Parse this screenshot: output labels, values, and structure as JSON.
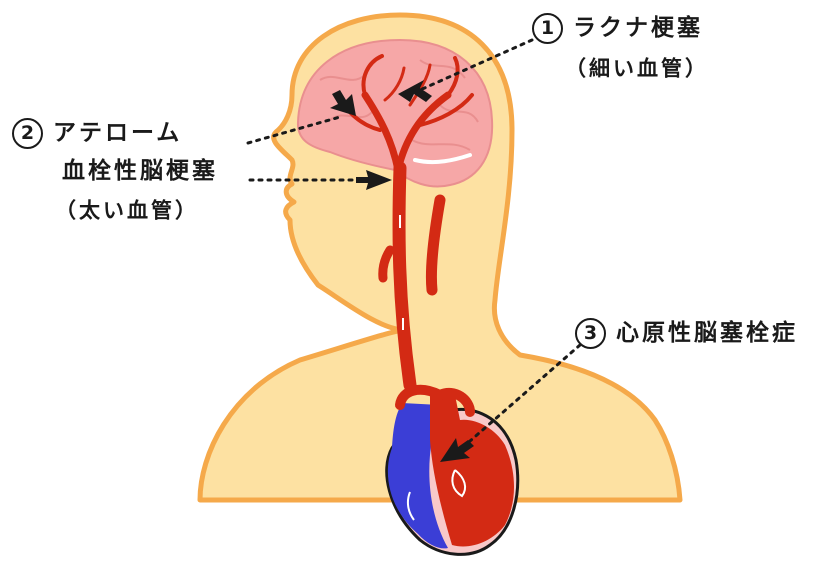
{
  "colors": {
    "skin": "#fde1a2",
    "skin_outline": "#f5a94a",
    "brain": "#f6a7a7",
    "artery": "#d32a14",
    "vein": "#3b3ed6",
    "heart_outline": "#1a1a1a",
    "heart_bg": "#f8c9c9",
    "text": "#1a1a1a"
  },
  "labels": {
    "l1": {
      "num": "1",
      "line1": "ラクナ梗塞",
      "line2": "（細い血管）"
    },
    "l2": {
      "num": "2",
      "line1": "アテローム",
      "line2": "血栓性脳梗塞",
      "line3": "（太い血管）"
    },
    "l3": {
      "num": "3",
      "line1": "心原性脳塞栓症"
    }
  },
  "icons": [
    "arrow-lacunar-icon",
    "arrow-atheroma-icon",
    "arrow-cardio-icon"
  ]
}
